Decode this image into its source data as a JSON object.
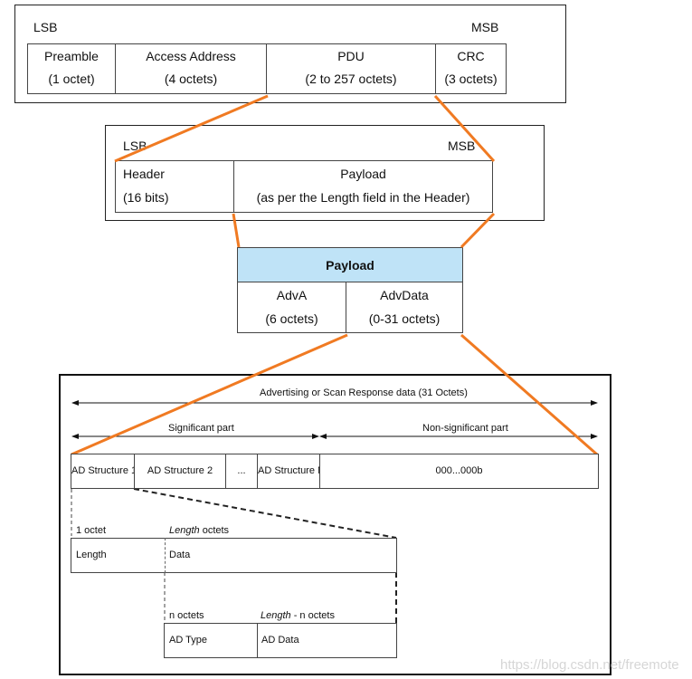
{
  "top_frame": {
    "lsb": "LSB",
    "msb": "MSB",
    "fields": [
      {
        "name": "Preamble",
        "size": "(1 octet)"
      },
      {
        "name": "Access Address",
        "size": "(4 octets)"
      },
      {
        "name": "PDU",
        "size": "(2 to 257 octets)"
      },
      {
        "name": "CRC",
        "size": "(3 octets)"
      }
    ]
  },
  "pdu_frame": {
    "lsb": "LSB",
    "msb": "MSB",
    "fields": [
      {
        "name": "Header",
        "size": "(16 bits)"
      },
      {
        "name": "Payload",
        "size": "(as per the Length field in the Header)"
      }
    ]
  },
  "payload_box": {
    "title": "Payload",
    "fields": [
      {
        "name": "AdvA",
        "size": "(6 octets)"
      },
      {
        "name": "AdvData",
        "size": "(0-31 octets)"
      }
    ]
  },
  "adv_data": {
    "total_label": "Advertising or Scan Response data (31 Octets)",
    "significant_label": "Significant part",
    "nonsignificant_label": "Non-significant part",
    "cells": [
      "AD Structure 1",
      "AD Structure 2",
      "...",
      "AD Structure N",
      "000...000b"
    ],
    "structure": {
      "length_octets": "1 octet",
      "data_octets_italic": "Length",
      "data_octets_rest": " octets",
      "length_field": "Length",
      "data_field": "Data"
    },
    "data_detail": {
      "type_octets": "n octets",
      "data_octets_italic": "Length",
      "data_octets_rest": " - n octets",
      "type_field": "AD Type",
      "data_field": "AD Data"
    }
  },
  "watermark": "https://blog.csdn.net/freemote",
  "colors": {
    "connector": "#f07a22",
    "payload_header": "#bfe3f7"
  }
}
